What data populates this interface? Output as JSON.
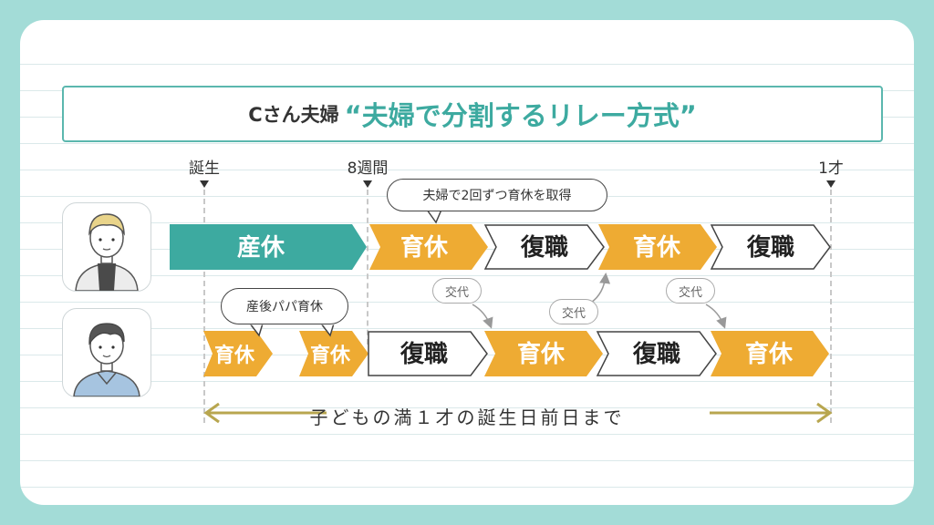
{
  "title": {
    "prefix": "Cさん夫婦",
    "main": "“夫婦で分割するリレー方式”"
  },
  "timeline": {
    "markers": [
      "誕生",
      "8週間",
      "1才"
    ],
    "span_label": "子どもの満１才の誕生日前日まで"
  },
  "callouts": {
    "wife_note": "夫婦で2回ずつ育休を取得",
    "husband_note": "産後パパ育休",
    "handover": [
      "交代",
      "交代",
      "交代"
    ]
  },
  "people": [
    {
      "role": "wife",
      "segments": [
        "産休",
        "育休",
        "復職",
        "育休",
        "復職"
      ]
    },
    {
      "role": "husband",
      "segments": [
        "育休",
        "育休",
        "復職",
        "育休",
        "復職",
        "育休"
      ]
    }
  ],
  "colors": {
    "teal": "#3daaa0",
    "orange": "#eeab33",
    "olive": "#b8a64f",
    "frame": "#a3dcd7"
  }
}
